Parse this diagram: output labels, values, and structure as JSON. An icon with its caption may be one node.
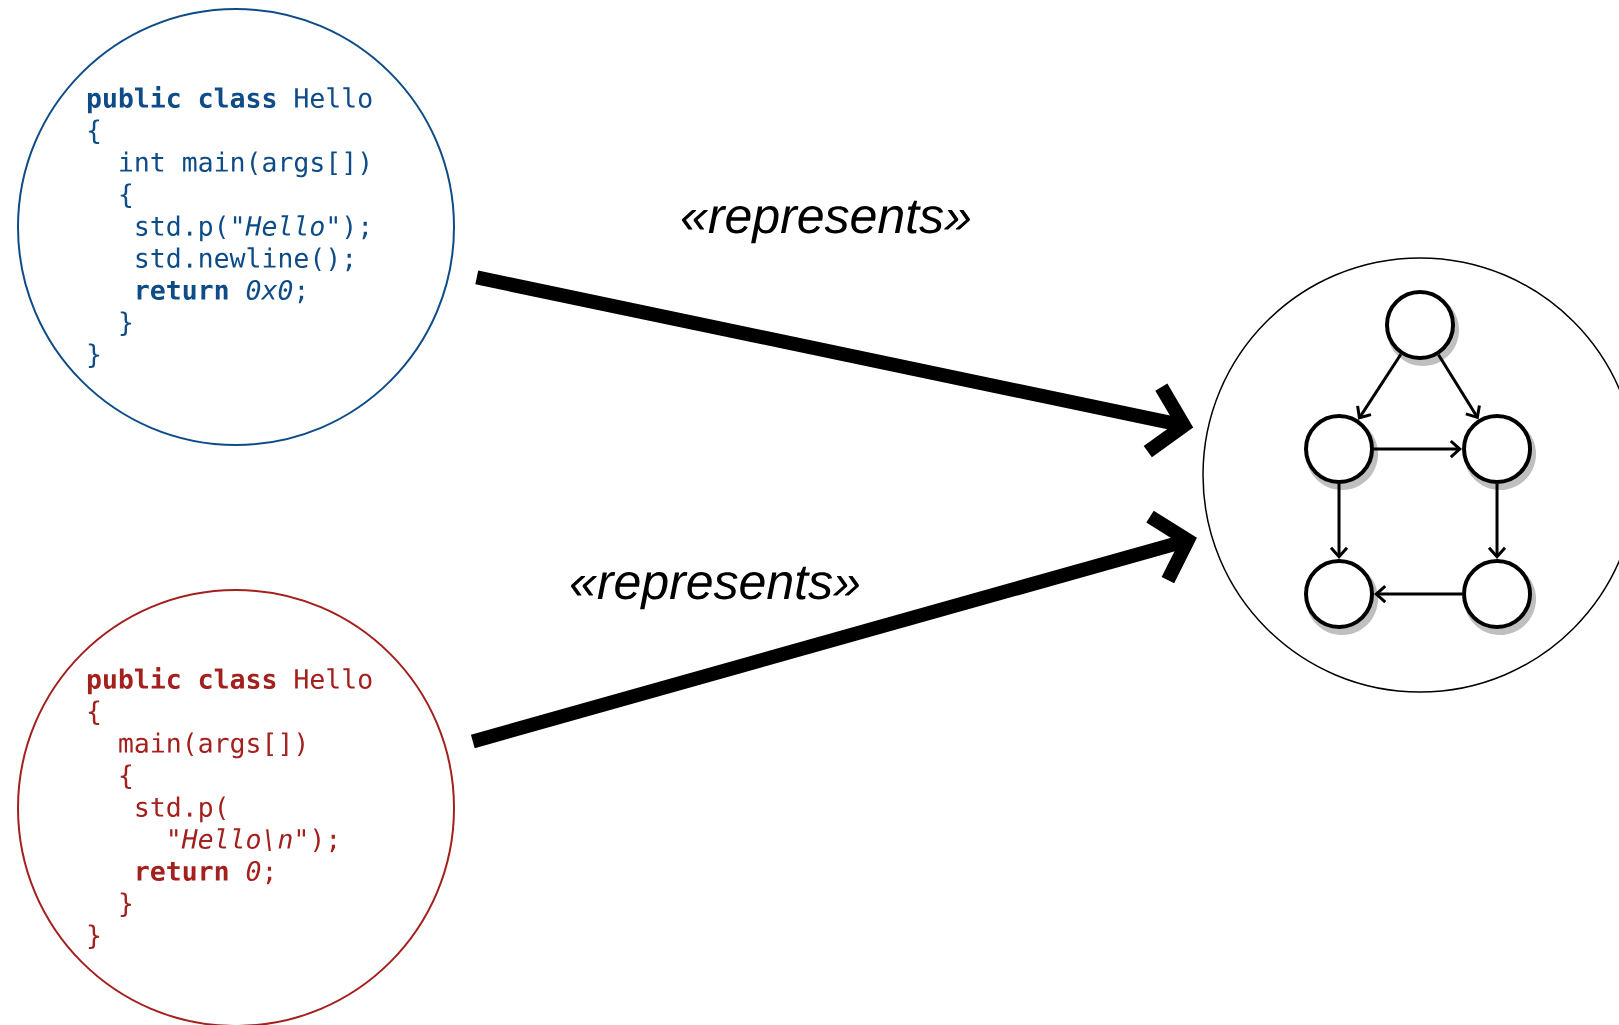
{
  "diagram": {
    "nodes": [
      {
        "text": [
          "**public class** Hello",
          "{",
          "int main(args[])",
          "{",
          "std.p(\"*Hello*\");",
          "std.newline();",
          "**return** *0x0*;",
          "}",
          "}"
        ]
      },
      {
        "text": [
          "**public class** Hello",
          "{",
          "main(args[])",
          "{",
          "std.p(",
          "\"*Hello\\n*\");",
          "**return** *0*;",
          "}",
          "}"
        ]
      },
      {
        "text": [],
        "shape": "circle"
      },
      {
        "text": [],
        "shape": "circle",
        "in": 2
      },
      {
        "text": [],
        "shape": "circle",
        "in": 2
      },
      {
        "text": [],
        "shape": "circle",
        "in": 2
      },
      {
        "text": [],
        "shape": "circle",
        "in": 2
      },
      {
        "text": [],
        "shape": "circle",
        "in": 2
      }
    ],
    "edges": [
      {
        "from": 0,
        "to": 2,
        "arrow": "to",
        "label": "«represents»",
        "style": "thick"
      },
      {
        "from": 1,
        "to": 2,
        "arrow": "to",
        "label": "«represents»",
        "style": "thick"
      },
      {
        "from": 3,
        "to": 4,
        "arrow": "to"
      },
      {
        "from": 3,
        "to": 5,
        "arrow": "to"
      },
      {
        "from": 4,
        "to": 5,
        "arrow": "to"
      },
      {
        "from": 4,
        "to": 6,
        "arrow": "to"
      },
      {
        "from": 5,
        "to": 7,
        "arrow": "to"
      },
      {
        "from": 7,
        "to": 6,
        "arrow": "to"
      }
    ]
  }
}
